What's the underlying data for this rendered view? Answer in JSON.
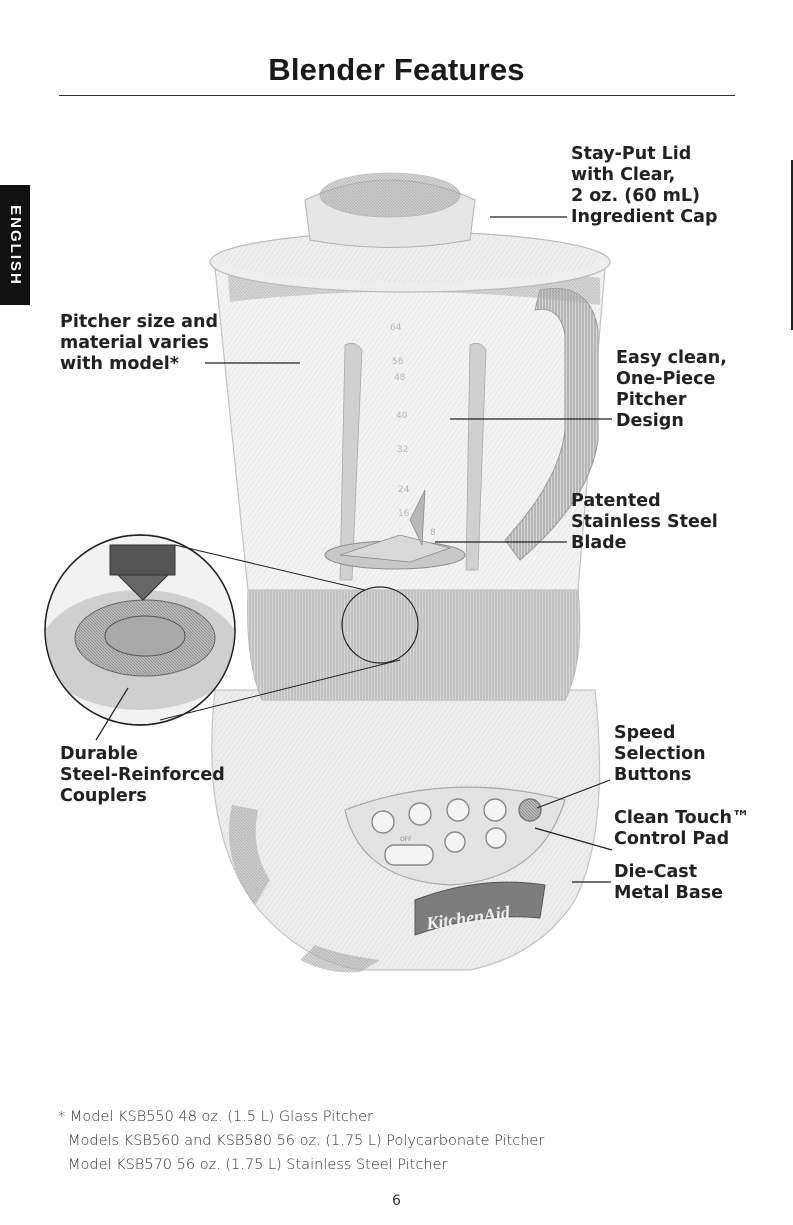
{
  "page": {
    "title": "Blender Features",
    "side_tab": "ENGLISH",
    "page_number": "6"
  },
  "callouts": {
    "lid": [
      "Stay-Put Lid",
      "with Clear,",
      "2 oz. (60 mL)",
      "Ingredient Cap"
    ],
    "pitcher_size": [
      "Pitcher size and",
      "material varies",
      "with model*"
    ],
    "one_piece": [
      "Easy clean,",
      "One-Piece",
      "Pitcher",
      "Design"
    ],
    "blade": [
      "Patented",
      "Stainless Steel",
      "Blade"
    ],
    "couplers": [
      "Durable",
      "Steel-Reinforced",
      "Couplers"
    ],
    "speed": [
      "Speed",
      "Selection",
      "Buttons"
    ],
    "control_pad": [
      "Clean Touch™",
      "Control Pad"
    ],
    "base": [
      "Die-Cast",
      "Metal Base"
    ]
  },
  "illustration": {
    "pitcher_markings": [
      "64",
      "56",
      "48",
      "40",
      "32",
      "24",
      "16",
      "8"
    ],
    "brand_badge": "KitchenAid",
    "off_label": "OFF"
  },
  "footnotes": [
    "* Model KSB550 48 oz. (1.5 L) Glass Pitcher",
    "Models KSB560 and KSB580 56 oz. (1.75 L) Polycarbonate Pitcher",
    "Model KSB570 56 oz. (1.75 L) Stainless Steel Pitcher"
  ]
}
